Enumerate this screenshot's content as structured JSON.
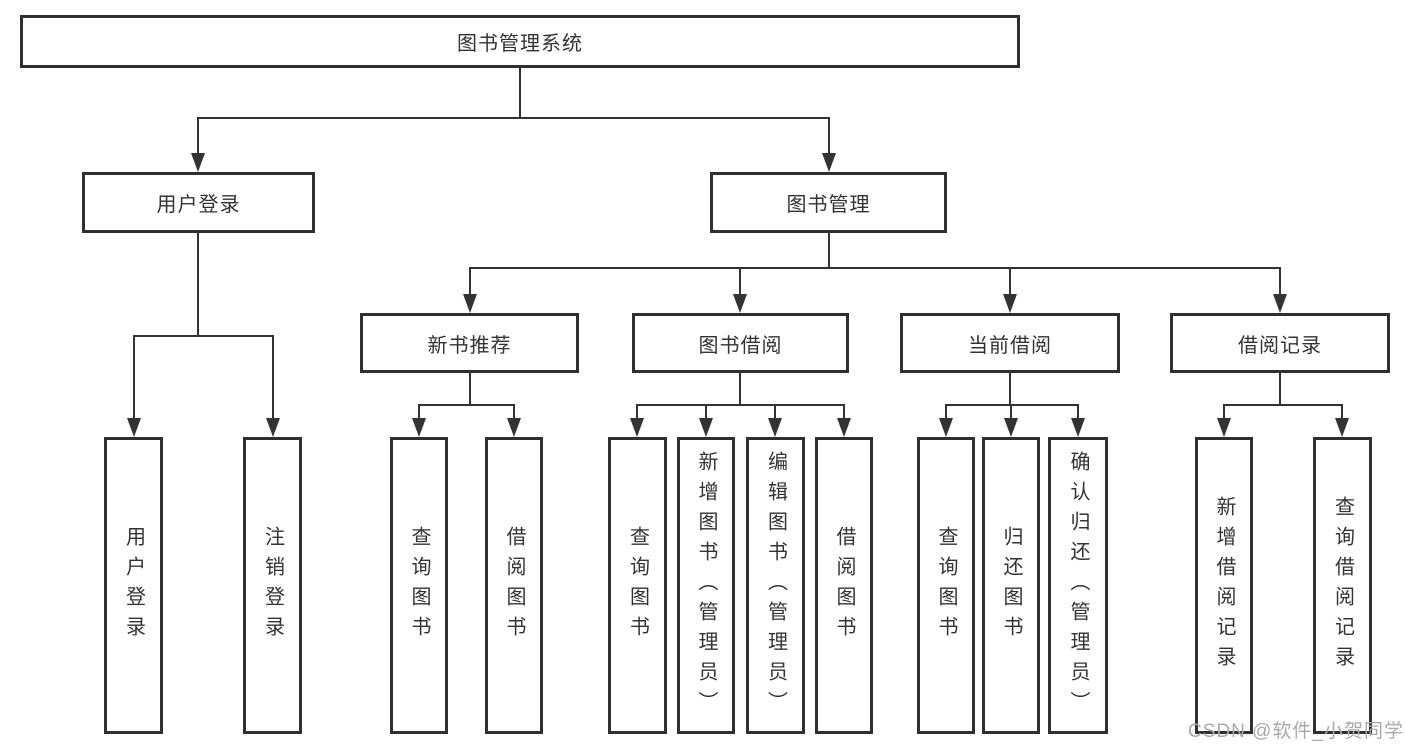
{
  "nodes": {
    "root": "图书管理系统",
    "user_login": "用户登录",
    "book_management": "图书管理",
    "new_book_recommend": "新书推荐",
    "book_borrow": "图书借阅",
    "current_borrow": "当前借阅",
    "borrow_records": "借阅记录",
    "leaf_user_login": "用户登录",
    "leaf_logout": "注销登录",
    "leaf_nb_query_books": "查询图书",
    "leaf_nb_borrow_books": "借阅图书",
    "leaf_bb_query_books": "查询图书",
    "leaf_bb_add_books_admin": "新增图书（管理员）",
    "leaf_bb_edit_books_admin": "编辑图书（管理员）",
    "leaf_bb_borrow_books": "借阅图书",
    "leaf_cb_query_books": "查询图书",
    "leaf_cb_return_books": "归还图书",
    "leaf_cb_confirm_return_admin": "确认归还（管理员）",
    "leaf_br_add_record": "新增借阅记录",
    "leaf_br_query_record": "查询借阅记录"
  },
  "watermark": "CSDN @软件_小贺同学",
  "colors": {
    "line": "#333333",
    "box_border": "#2f2f2f",
    "box_fill": "#ffffff",
    "text": "#333333",
    "watermark": "#a9a9a9",
    "background": "#ffffff"
  }
}
